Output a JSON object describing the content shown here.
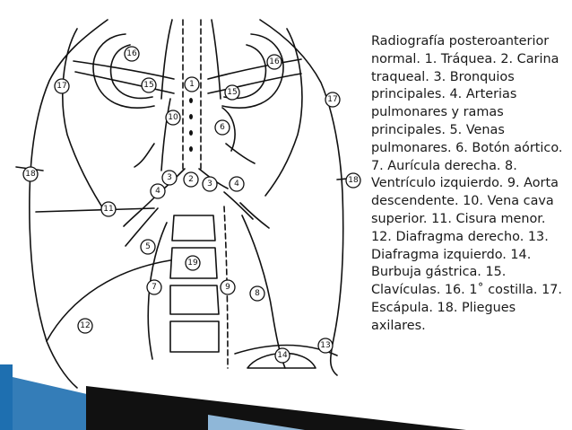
{
  "caption": "Radiografía posteroanterior normal. 1. Tráquea. 2. Carina traqueal. 3. Bronquios principales. 4. Arterias pulmonares y ramas principales. 5. Venas pulmonares. 6. Botón aórtico. 7. Aurícula derecha. 8. Ventrículo izquierdo. 9. Aorta descendente. 10. Vena cava superior. 11. Cisura menor. 12. Diafragma derecho. 13. Diafragma izquierdo. 14. Burbuja gástrica. 15. Clavículas. 16. 1˚ costilla. 17. Escápula. 18. Pliegues axilares.",
  "labels": {
    "l1": "1",
    "l2": "2",
    "l3a": "3",
    "l3b": "3",
    "l4a": "4",
    "l4b": "4",
    "l5": "5",
    "l6": "6",
    "l7": "7",
    "l8": "8",
    "l9": "9",
    "l10": "10",
    "l11": "11",
    "l12": "12",
    "l13": "13",
    "l14": "14",
    "l15a": "15",
    "l15b": "15",
    "l16a": "16",
    "l16b": "16",
    "l17a": "17",
    "l17b": "17",
    "l18a": "18",
    "l18b": "18",
    "l19": "19"
  },
  "colors": {
    "accent_blue": "#1e6fb0",
    "dark": "#1a1a1a"
  }
}
